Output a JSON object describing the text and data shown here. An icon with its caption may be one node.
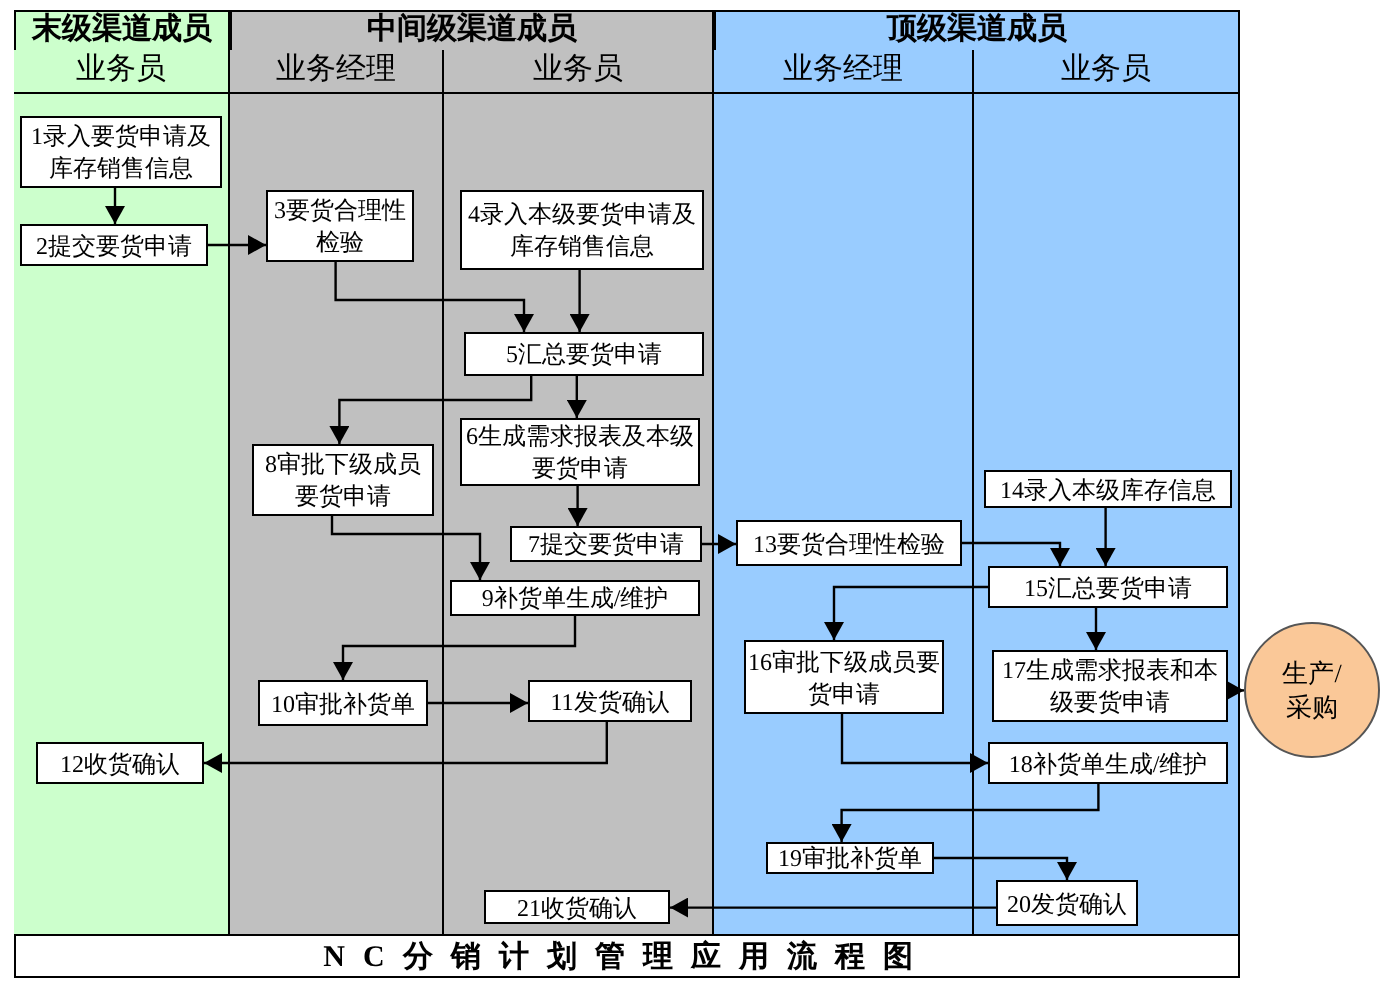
{
  "diagram": {
    "title": "NC分销计划管理应用流程图",
    "nodes": [
      {
        "text": [
          "末级渠道成员"
        ]
      },
      {
        "text": [
          "中间级渠道成员"
        ]
      },
      {
        "text": [
          "顶级渠道成员"
        ]
      },
      {
        "text": [
          "业务员"
        ],
        "in": 0
      },
      {
        "text": [
          "业务经理"
        ],
        "in": 1
      },
      {
        "text": [
          "业务员"
        ],
        "in": 1
      },
      {
        "text": [
          "业务经理"
        ],
        "in": 2
      },
      {
        "text": [
          "业务员"
        ],
        "in": 2
      },
      {
        "text": [
          "1录入要货申请及库存销售信息"
        ],
        "in": 3
      },
      {
        "text": [
          "2提交要货申请"
        ],
        "in": 3
      },
      {
        "text": [
          "3要货合理性检验"
        ],
        "in": 4
      },
      {
        "text": [
          "4录入本级要货申请及库存销售信息"
        ],
        "in": 5
      },
      {
        "text": [
          "5汇总要货申请"
        ],
        "in": 5
      },
      {
        "text": [
          "6生成需求报表及本级要货申请"
        ],
        "in": 5
      },
      {
        "text": [
          "7提交要货申请"
        ],
        "in": 5
      },
      {
        "text": [
          "8审批下级成员要货申请"
        ],
        "in": 4
      },
      {
        "text": [
          "9补货单生成/维护"
        ],
        "in": 5
      },
      {
        "text": [
          "10审批补货单"
        ],
        "in": 4
      },
      {
        "text": [
          "11发货确认"
        ],
        "in": 5
      },
      {
        "text": [
          "12收货确认"
        ],
        "in": 3
      },
      {
        "text": [
          "13要货合理性检验"
        ],
        "in": 6
      },
      {
        "text": [
          "14录入本级库存信息"
        ],
        "in": 7
      },
      {
        "text": [
          "15汇总要货申请"
        ],
        "in": 7
      },
      {
        "text": [
          "16审批下级成员要货申请"
        ],
        "in": 6
      },
      {
        "text": [
          "17生成需求报表和本级要货申请"
        ],
        "in": 7
      },
      {
        "text": [
          "18补货单生成/维护"
        ],
        "in": 7
      },
      {
        "text": [
          "19审批补货单"
        ],
        "in": 6
      },
      {
        "text": [
          "20发货确认"
        ],
        "in": 7
      },
      {
        "text": [
          "21收货确认"
        ],
        "in": 5
      },
      {
        "text": [
          "生产/采购"
        ]
      }
    ],
    "edges": [
      {
        "from": 8,
        "to": 9,
        "arrow": "to"
      },
      {
        "from": 9,
        "to": 10,
        "arrow": "to"
      },
      {
        "from": 10,
        "to": 12,
        "arrow": "to"
      },
      {
        "from": 11,
        "to": 12,
        "arrow": "to"
      },
      {
        "from": 12,
        "to": 13,
        "arrow": "to"
      },
      {
        "from": 12,
        "to": 15,
        "arrow": "to"
      },
      {
        "from": 13,
        "to": 14,
        "arrow": "to"
      },
      {
        "from": 15,
        "to": 16,
        "arrow": "to"
      },
      {
        "from": 14,
        "to": 20,
        "arrow": "to"
      },
      {
        "from": 16,
        "to": 17,
        "arrow": "to"
      },
      {
        "from": 17,
        "to": 18,
        "arrow": "to"
      },
      {
        "from": 18,
        "to": 19,
        "arrow": "to"
      },
      {
        "from": 20,
        "to": 22,
        "arrow": "to"
      },
      {
        "from": 21,
        "to": 22,
        "arrow": "to"
      },
      {
        "from": 22,
        "to": 23,
        "arrow": "to"
      },
      {
        "from": 22,
        "to": 24,
        "arrow": "to"
      },
      {
        "from": 24,
        "to": 29,
        "arrow": "to"
      },
      {
        "from": 23,
        "to": 25,
        "arrow": "to"
      },
      {
        "from": 25,
        "to": 26,
        "arrow": "to"
      },
      {
        "from": 26,
        "to": 27,
        "arrow": "to"
      },
      {
        "from": 27,
        "to": 28,
        "arrow": "to"
      }
    ]
  }
}
